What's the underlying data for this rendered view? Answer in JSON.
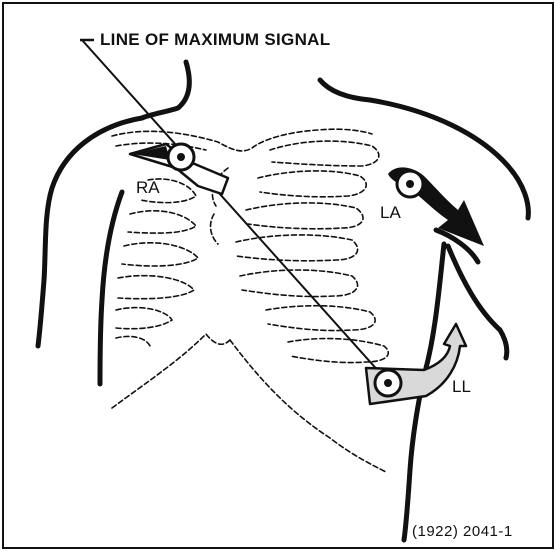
{
  "title": "LINE OF MAXIMUM SIGNAL",
  "leads": {
    "ra": "RA",
    "la": "LA",
    "ll": "LL"
  },
  "caption": "(1922) 2041-1"
}
